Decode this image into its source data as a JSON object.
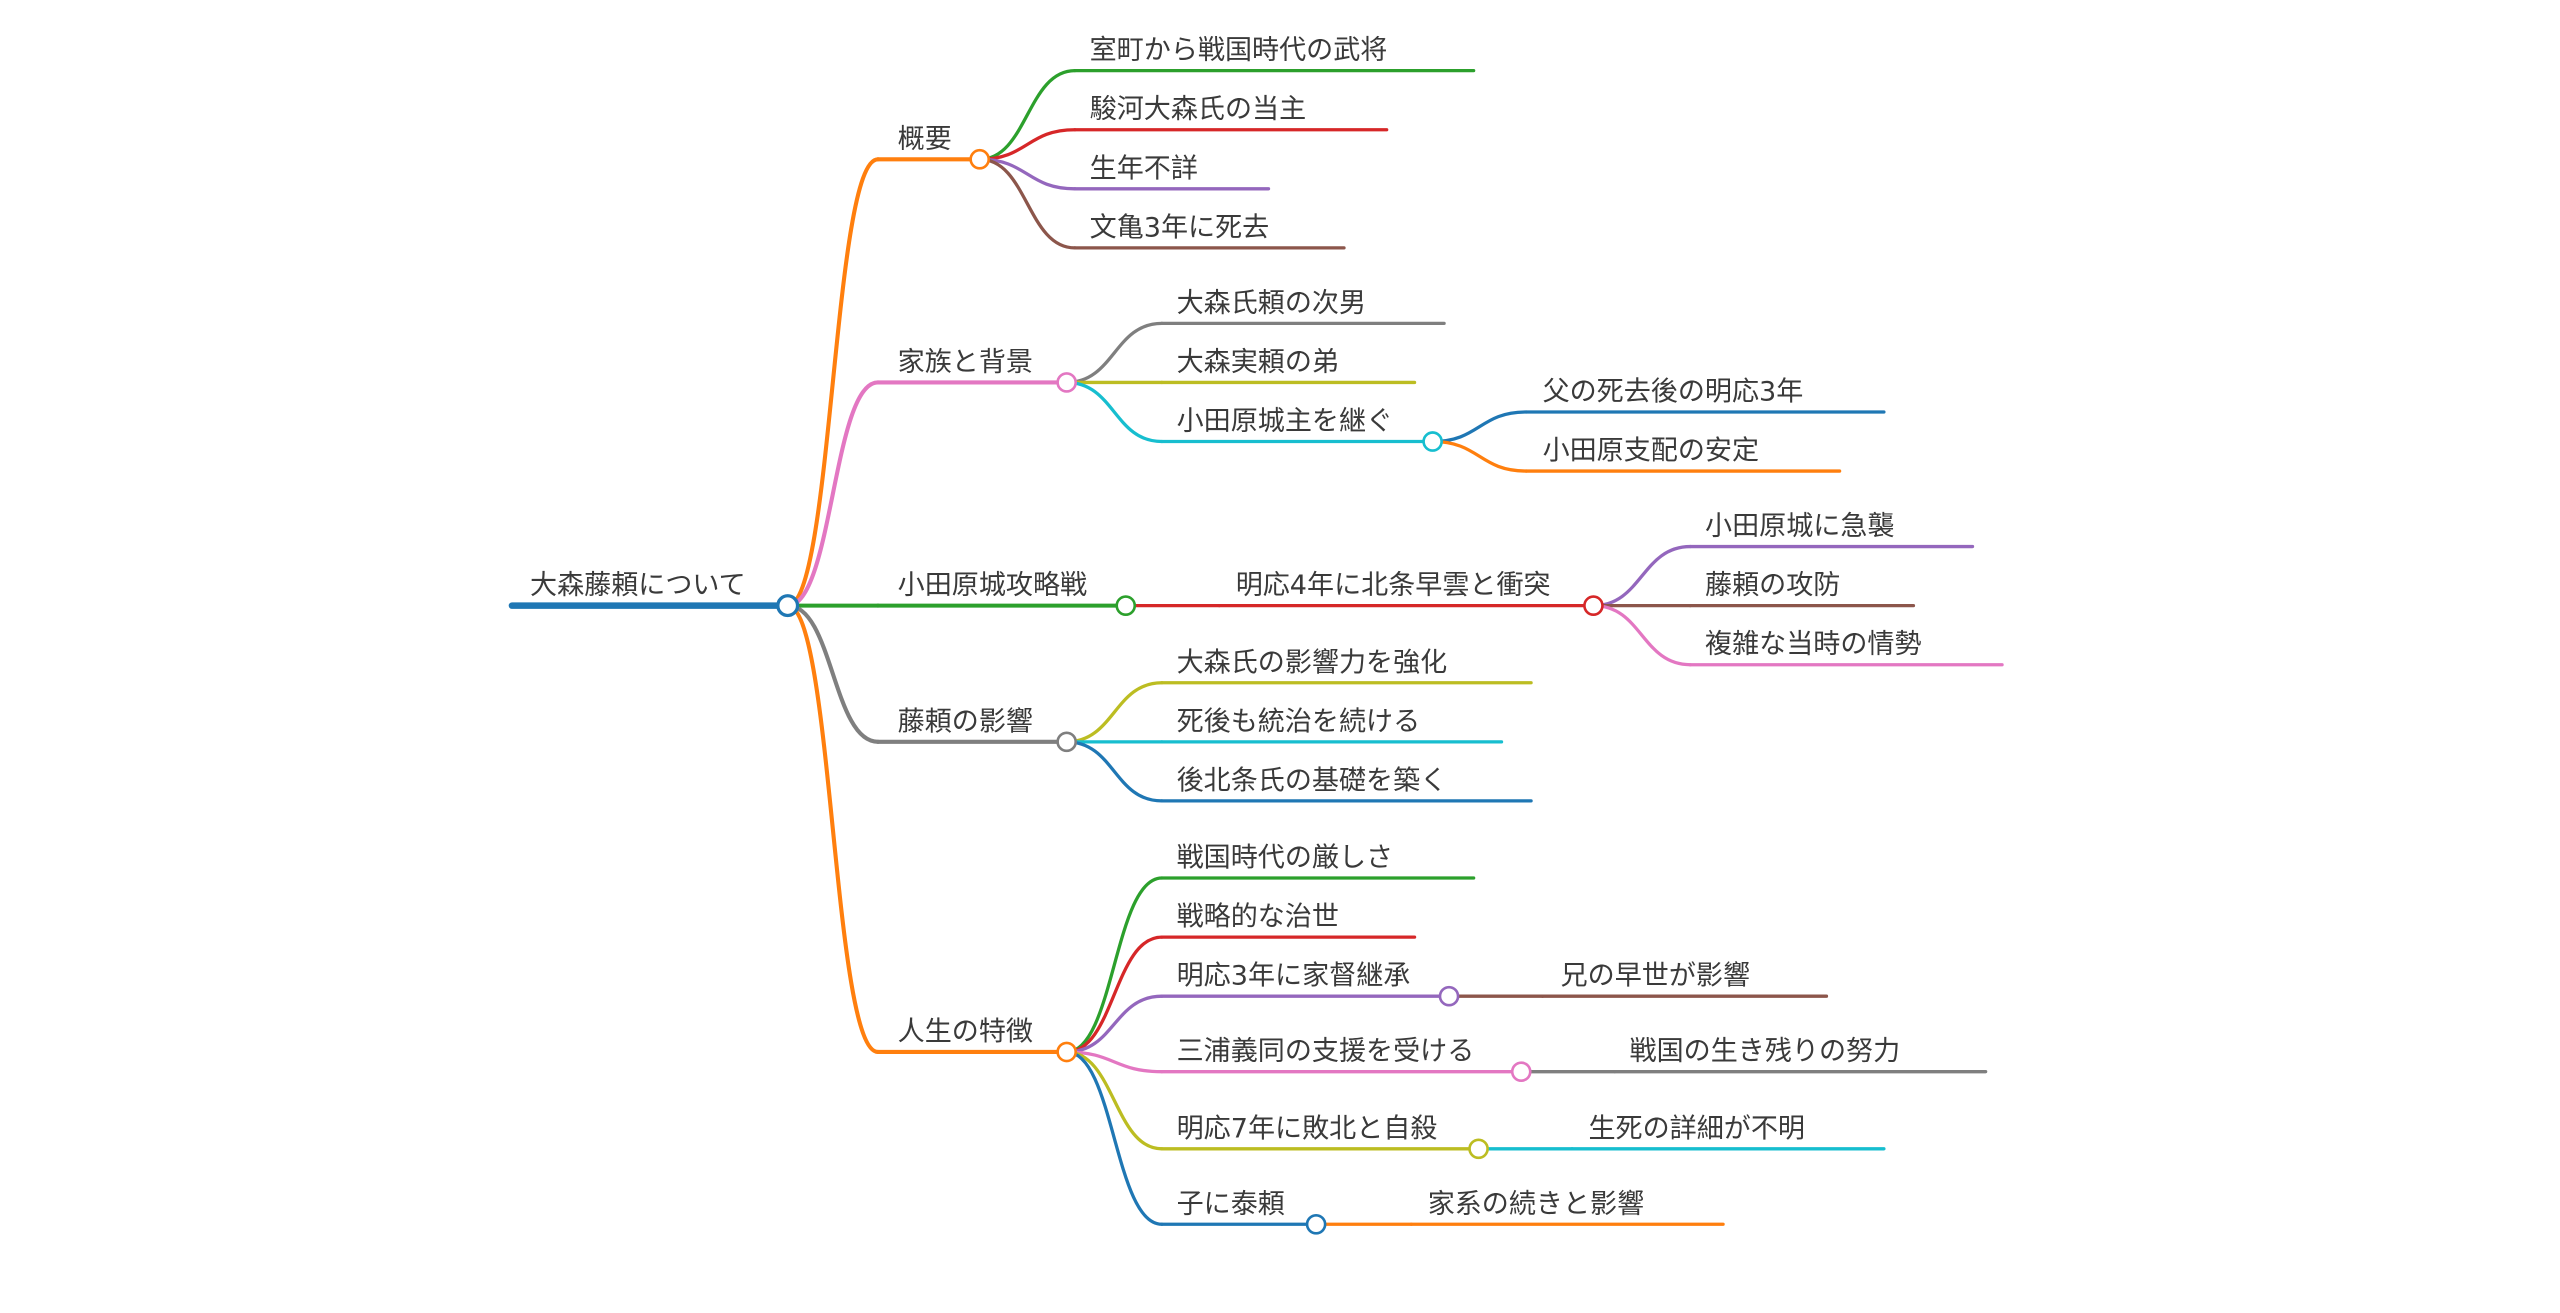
{
  "root": {
    "label": "大森藤頼について",
    "color": "#1f77b4",
    "children": [
      {
        "label": "概要",
        "color": "#ff7f0e",
        "children": [
          {
            "label": "室町から戦国時代の武将",
            "color": "#2ca02c"
          },
          {
            "label": "駿河大森氏の当主",
            "color": "#d62728"
          },
          {
            "label": "生年不詳",
            "color": "#9467bd"
          },
          {
            "label": "文亀3年に死去",
            "color": "#8c564b"
          }
        ]
      },
      {
        "label": "家族と背景",
        "color": "#e377c2",
        "children": [
          {
            "label": "大森氏頼の次男",
            "color": "#7f7f7f"
          },
          {
            "label": "大森実頼の弟",
            "color": "#bcbd22"
          },
          {
            "label": "小田原城主を継ぐ",
            "color": "#17becf",
            "children": [
              {
                "label": "父の死去後の明応3年",
                "color": "#1f77b4"
              },
              {
                "label": "小田原支配の安定",
                "color": "#ff7f0e"
              }
            ]
          }
        ]
      },
      {
        "label": "小田原城攻略戦",
        "color": "#2ca02c",
        "children": [
          {
            "label": "明応4年に北条早雲と衝突",
            "color": "#d62728",
            "children": [
              {
                "label": "小田原城に急襲",
                "color": "#9467bd"
              },
              {
                "label": "藤頼の攻防",
                "color": "#8c564b"
              },
              {
                "label": "複雑な当時の情勢",
                "color": "#e377c2"
              }
            ]
          }
        ]
      },
      {
        "label": "藤頼の影響",
        "color": "#7f7f7f",
        "children": [
          {
            "label": "大森氏の影響力を強化",
            "color": "#bcbd22"
          },
          {
            "label": "死後も統治を続ける",
            "color": "#17becf"
          },
          {
            "label": "後北条氏の基礎を築く",
            "color": "#1f77b4"
          }
        ]
      },
      {
        "label": "人生の特徴",
        "color": "#ff7f0e",
        "children": [
          {
            "label": "戦国時代の厳しさ",
            "color": "#2ca02c"
          },
          {
            "label": "戦略的な治世",
            "color": "#d62728"
          },
          {
            "label": "明応3年に家督継承",
            "color": "#9467bd",
            "children": [
              {
                "label": "兄の早世が影響",
                "color": "#8c564b"
              }
            ]
          },
          {
            "label": "三浦義同の支援を受ける",
            "color": "#e377c2",
            "children": [
              {
                "label": "戦国の生き残りの努力",
                "color": "#7f7f7f"
              }
            ]
          },
          {
            "label": "明応7年に敗北と自殺",
            "color": "#bcbd22",
            "children": [
              {
                "label": "生死の詳細が不明",
                "color": "#17becf"
              }
            ]
          },
          {
            "label": "子に泰頼",
            "color": "#1f77b4",
            "children": [
              {
                "label": "家系の続きと影響",
                "color": "#ff7f0e"
              }
            ]
          }
        ]
      }
    ]
  }
}
